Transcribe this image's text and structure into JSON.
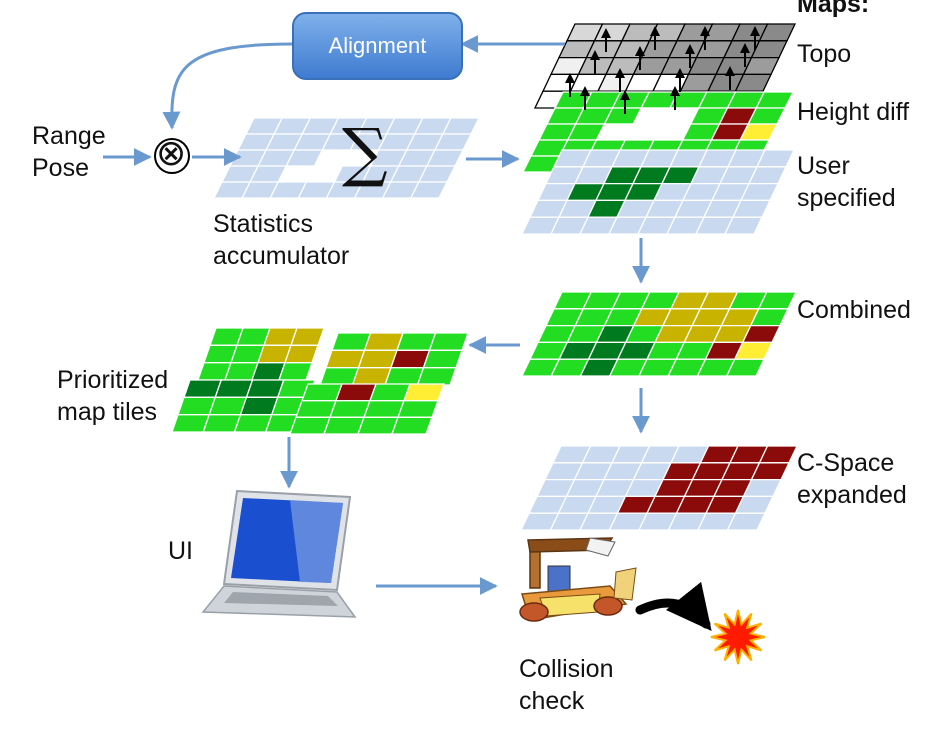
{
  "alignment_box": {
    "label": "Alignment"
  },
  "maps_header": "Maps:",
  "layer_labels": {
    "topo": "Topo",
    "height_diff": "Height diff",
    "user_specified": [
      "User",
      "specified"
    ],
    "combined": "Combined",
    "cspace": [
      "C-Space",
      "expanded"
    ]
  },
  "inputs": [
    "Range",
    "Pose"
  ],
  "combine_symbol": "⊗",
  "accumulator": {
    "symbol": "∑",
    "label": [
      "Statistics",
      "accumulator"
    ]
  },
  "tiles_label": [
    "Prioritized",
    "map tiles"
  ],
  "ui_label": "UI",
  "collision_label": [
    "Collision",
    "check"
  ],
  "colors": {
    "grid_blue": "#c9d9ef",
    "green": "#22dd22",
    "dark_green": "#007a1e",
    "olive": "#c8b400",
    "dark_red": "#8b0a0a",
    "yellow": "#ffee33",
    "arrow_blue": "#6a99d0",
    "box_blue": "#4f86d6"
  }
}
